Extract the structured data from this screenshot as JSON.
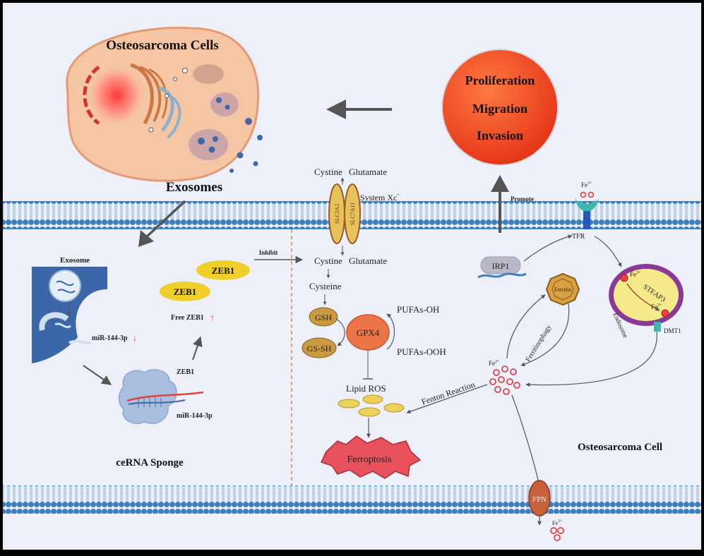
{
  "colors": {
    "background": "#edf0f8",
    "membrane": "#3f7fc0",
    "cell_fill": "#f6c6a4",
    "cell_stroke": "#e49a74",
    "red_sphere": "#ee4422",
    "yellow": "#efcf2a",
    "gsh": "#c99a40",
    "gpx4": "#ec7548",
    "ferroptosis": "#e8505b",
    "arrow": "#555555"
  },
  "top_cell": {
    "title": "Osteosarcoma Cells",
    "exosomes_label": "Exosomes"
  },
  "outcome": {
    "line1": "Proliferation",
    "line2": "Migration",
    "line3": "Invasion"
  },
  "left_panel": {
    "exosome_label": "Exosome",
    "mirna_down_label": "miR-144-3p",
    "mirna_down_arrow": "↓",
    "zeb1_a": "ZEB1",
    "zeb1_b": "ZEB1",
    "free_zeb1": "Free ZEB1",
    "free_zeb1_arrow": "↑",
    "zeb1_small": "ZEB1",
    "mirna_bound_label": "miR-144-3p",
    "cerna_label": "ceRNA Sponge",
    "inhibit_label": "Inhibit"
  },
  "center_panel": {
    "cystine_top": "Cystine",
    "glutamate_top": "Glutamate",
    "system_xc": "System Xc",
    "system_xc_sup": "-",
    "slc3a2": "SLC3A2",
    "slc7a11": "SLC7A11",
    "cystine_bottom": "Cystine",
    "glutamate_bottom": "Glutamate",
    "cysteine": "Cysteine",
    "gsh": "GSH",
    "gssg": "GS-SH",
    "gpx4": "GPX4",
    "pufas_oh": "PUFAs-OH",
    "pufas_ooh": "PUFAs-OOH",
    "lipid_ros": "Lipid ROS",
    "ferroptosis": "Ferroptosis"
  },
  "right_panel": {
    "promote": "Promote",
    "fe3_top": "Fe",
    "fe3_top_sup": "3+",
    "tfr": "TFR",
    "irp1": "IRP1",
    "ferritin": "Ferritin",
    "ferritinophagy": "Ferritinophagy",
    "fe3_endo": "Fe",
    "fe3_endo_sup": "3+",
    "steap3": "STEAP3",
    "fe2_endo": "Fe",
    "fe2_endo_sup": "2+",
    "endosome": "Endosome",
    "dmt1": "DMT1",
    "fe2_pool": "Fe",
    "fe2_pool_sup": "2+",
    "fenton": "Fenton Reaction",
    "cell_label": "Osteosarcoma Cell",
    "fpn": "FPN",
    "fe3_out": "Fe",
    "fe3_out_sup": "3+"
  }
}
